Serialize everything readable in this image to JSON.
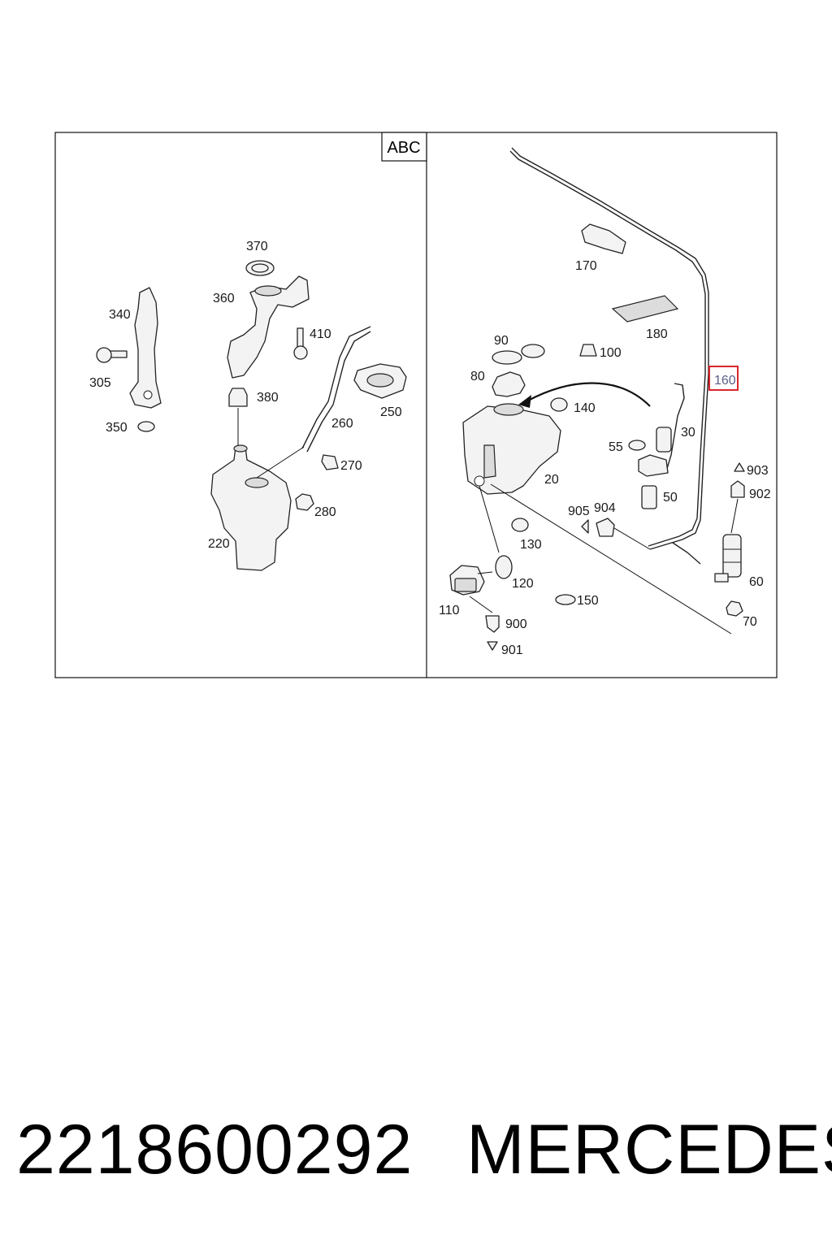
{
  "diagram": {
    "section_tag": "ABC",
    "highlighted_label": "160",
    "left_panel_labels": [
      "370",
      "360",
      "340",
      "410",
      "305",
      "380",
      "250",
      "260",
      "350",
      "270",
      "280",
      "220"
    ],
    "right_panel_labels": [
      "170",
      "180",
      "90",
      "100",
      "80",
      "140",
      "30",
      "55",
      "20",
      "50",
      "903",
      "902",
      "905",
      "904",
      "130",
      "60",
      "120",
      "150",
      "110",
      "900",
      "70",
      "901"
    ],
    "colors": {
      "highlight_border": "#d9262c",
      "highlight_text": "#5a5f8a",
      "line": "#1a1a1a"
    }
  },
  "footer": {
    "part_number": "2218600292",
    "brand": "MERCEDES"
  }
}
